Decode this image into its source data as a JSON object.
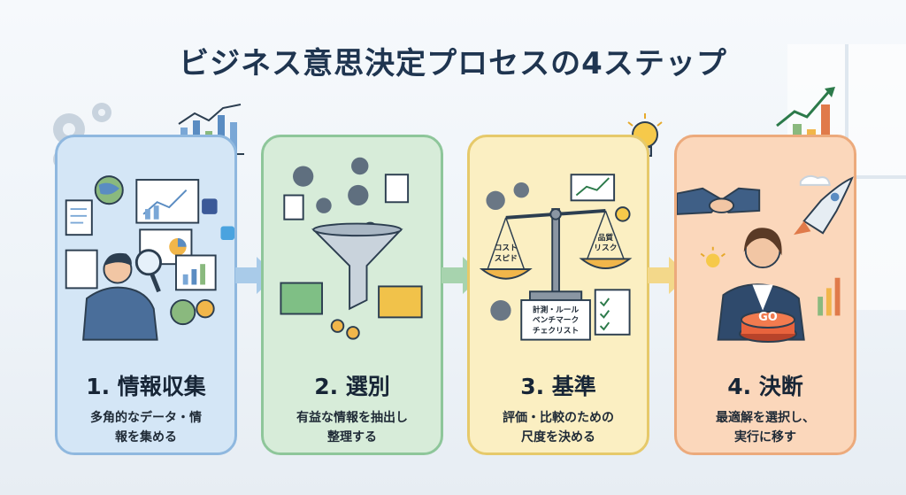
{
  "title": "ビジネス意思決定プロセスの4ステップ",
  "steps": [
    {
      "title": "1. 情報収集",
      "desc_lines": [
        "多角的なデータ・情",
        "報を集める"
      ]
    },
    {
      "title": "2. 選別",
      "desc_lines": [
        "有益な情報を抽出し",
        "整理する"
      ]
    },
    {
      "title": "3. 基準",
      "desc_lines": [
        "評価・比較のための",
        "尺度を決める"
      ]
    },
    {
      "title": "4. 決断",
      "desc_lines": [
        "最適解を選択し、",
        "実行に移す"
      ]
    }
  ],
  "illustrations": {
    "scale_left": [
      "コスト",
      "スピド"
    ],
    "scale_right": [
      "品質",
      "リスク"
    ],
    "sign_lines": [
      "計測・ルール",
      "ベンチマーク",
      "チェクリスト"
    ],
    "go_button": "GO"
  },
  "colors": {
    "title": "#1f3550",
    "step1": "#d4e6f6",
    "step2": "#d7ecd9",
    "step3": "#fbefc2",
    "step4": "#fbd7bb"
  }
}
